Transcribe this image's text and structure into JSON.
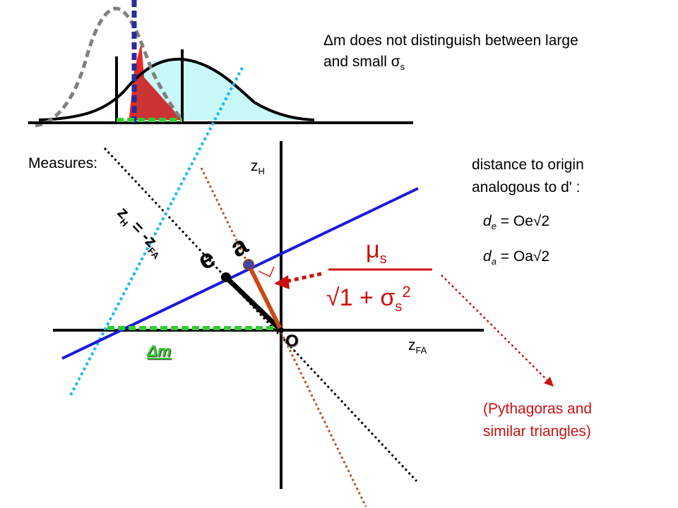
{
  "caption_top": {
    "line1": "Δm does not distinguish between large",
    "line2_main": "and small σ",
    "line2_sub": "s"
  },
  "measures_label": "Measures:",
  "axis_labels": {
    "y_main": "z",
    "y_sub": "H",
    "x_main": "z",
    "x_sub": "FA",
    "origin": "O"
  },
  "diagonal_label": "z = -z",
  "diagonal_label_sub1": "H",
  "diagonal_label_sub2": "FA",
  "point_labels": {
    "e": "e",
    "a": "a"
  },
  "delta_m_label": "Δm",
  "distance_note": {
    "line1": "distance to origin",
    "line2": "analogous to d' :"
  },
  "formulas": {
    "de_main": "d",
    "de_sub": "e",
    "de_rest": " = Oe√2",
    "da_main": "d",
    "da_sub": "a",
    "da_rest": " = Oa√2"
  },
  "fraction": {
    "numerator_main": "μ",
    "numerator_sub": "s",
    "denominator_main": "√1 + σ",
    "denominator_sub": "s",
    "denominator_sup": "2"
  },
  "pythagoras_note": {
    "line1": "(Pythagoras and",
    "line2": "similar triangles)"
  },
  "colors": {
    "blue_line": "#1a1adb",
    "cyan_dots": "#20b8f0",
    "brown_dots": "#c04a1a",
    "green_dashes": "#33cc33",
    "red_fill": "#e81010",
    "cyan_fill": "#c8f8f8",
    "text_red": "#cc1111",
    "gray_curve": "#808080",
    "navy_dashes": "#2a2a9a"
  }
}
